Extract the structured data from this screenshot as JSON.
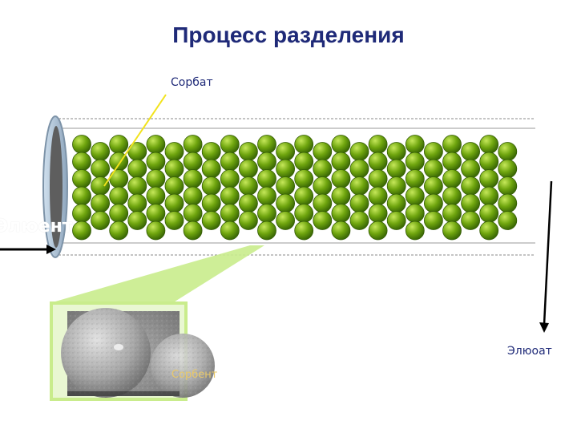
{
  "title": "Процесс разделения",
  "labels": {
    "sorbat": "Сорбат",
    "eluent": "Элюент",
    "eluat": "Элюоат",
    "sorbent": "Сорбент"
  },
  "colors": {
    "title": "#1f2a78",
    "bead_fill": "#6fa50e",
    "bead_highlight": "#a9d63a",
    "bead_shadow": "#3c6a05",
    "pointer_line": "#f2e31c",
    "callout_green": "#c9ec8c",
    "column_border": "#9a9a9a"
  }
}
